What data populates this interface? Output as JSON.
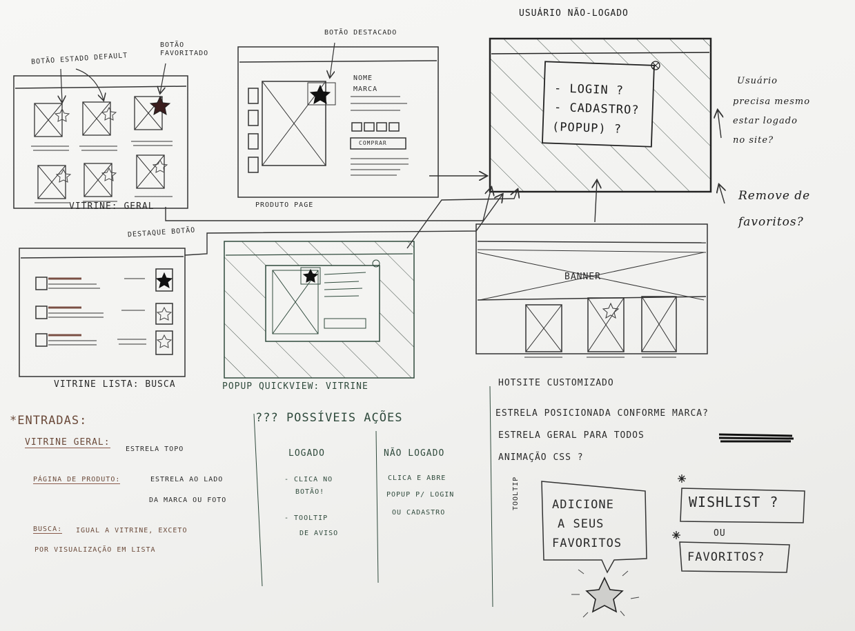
{
  "annotations": {
    "botao_estado_default": "BOTÃO ESTADO DEFAULT",
    "botao_favoritado_1": "BOTÃO",
    "botao_favoritado_2": "FAVORITADO",
    "botao_destacado": "BOTÃO DESTACADO",
    "destaque_botao": "DESTAQUE BOTÃO",
    "usuario_nao_logado": "USUÁRIO NÃO-LOGADO"
  },
  "screens": {
    "vitrine_geral": "VITRINE: GERAL",
    "produto_page": "PRODUTO PAGE",
    "vitrine_lista": "VITRINE LISTA: BUSCA",
    "popup_quickview": "POPUP QUICKVIEW: VITRINE",
    "hotsite": "HOTSITE CUSTOMIZADO",
    "banner": "BANNER",
    "nome": "NOME",
    "marca": "MARCA",
    "comprar": "COMPRAR"
  },
  "popup_login": {
    "login": "- LOGIN ?",
    "cadastro": "- CADASTRO?",
    "popup": "(POPUP) ?"
  },
  "side_notes": {
    "q1_line1": "Usuário",
    "q1_line2": "precisa mesmo",
    "q1_line3": "estar logado",
    "q1_line4": "no site?",
    "q2_line1": "Remove de",
    "q2_line2": "favoritos?"
  },
  "entradas": {
    "title": "*ENTRADAS:",
    "vitrine_label": "VITRINE GERAL:",
    "vitrine_text": "ESTRELA TOPO",
    "pagina_label": "PÁGINA DE PRODUTO:",
    "pagina_text_1": "ESTRELA AO LADO",
    "pagina_text_2": "DA MARCA OU FOTO",
    "busca_label": "BUSCA:",
    "busca_text_1": "IGUAL A VITRINE, EXCETO",
    "busca_text_2": "POR VISUALIZAÇÃO EM LISTA"
  },
  "acoes": {
    "title": "??? POSSÍVEIS AÇÕES",
    "logado": "LOGADO",
    "logado_1": "- CLICA NO",
    "logado_2": "BOTÃO!",
    "logado_3": "- TOOLTIP",
    "logado_4": "DE AVISO",
    "nao_logado": "NÃO LOGADO",
    "nao_1": "CLICA E ABRE",
    "nao_2": "POPUP P/ LOGIN",
    "nao_3": "OU CADASTRO"
  },
  "estrela": {
    "line1": "ESTRELA POSICIONADA CONFORME MARCA?",
    "line2": "ESTRELA GERAL PARA TODOS",
    "line3": "ANIMAÇÃO CSS ?",
    "tooltip_side": "TOOLTIP",
    "tooltip_1": "ADICIONE",
    "tooltip_2": "A SEUS",
    "tooltip_3": "FAVORITOS",
    "wishlist": "WISHLIST ?",
    "ou": "OU",
    "favoritos": "FAVORITOS?"
  }
}
